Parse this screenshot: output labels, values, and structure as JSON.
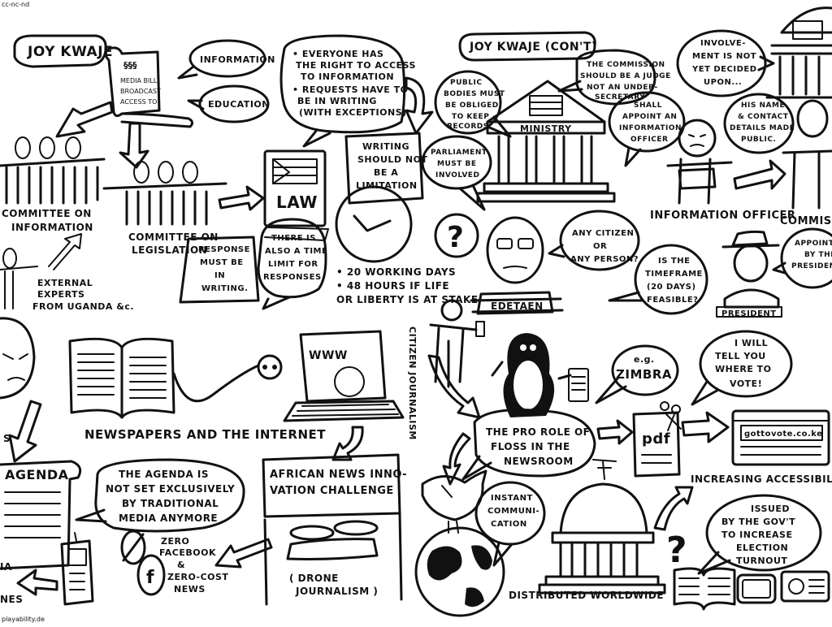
{
  "corner_tl": "cc-nc-nd",
  "corner_bl": "playability.de",
  "left_title": "JOY KWAJE",
  "right_title": "JOY KWAJE (CON'T)",
  "scroll_lines": [
    "§§§",
    "MEDIA BILL",
    "BROADCAST",
    "ACCESS TO"
  ],
  "bubble_information": "INFORMATION",
  "bubble_education": "EDUCATION",
  "label_committee_information": [
    "COMMITTEE ON",
    "INFORMATION"
  ],
  "label_committee_legislation": [
    "COMMITTEE ON",
    "LEGISLATION"
  ],
  "label_external_experts": [
    "EXTERNAL",
    "EXPERTS",
    "FROM UGANDA &c."
  ],
  "bubble_rights": [
    "• EVERYONE HAS",
    "THE RIGHT TO ACCESS",
    "TO INFORMATION",
    "• REQUESTS HAVE TO",
    "BE IN WRITING",
    "(WITH EXCEPTIONS)"
  ],
  "law_label": "LAW",
  "note_writing": [
    "WRITING",
    "SHOULD NOT",
    "BE A",
    "LIMITATION"
  ],
  "note_response": [
    "RESPONSE",
    "MUST BE",
    "IN",
    "WRITING."
  ],
  "note_timelimit": [
    "THERE IS",
    "ALSO A TIME",
    "LIMIT FOR",
    "RESPONSES."
  ],
  "working_days": [
    "• 20 WORKING DAYS",
    "• 48 HOURS IF LIFE",
    "OR LIBERTY IS AT STAKE"
  ],
  "bubble_public_bodies": [
    "PUBLIC",
    "BODIES MUST",
    "BE OBLIGED",
    "TO KEEP",
    "RECORDS"
  ],
  "bubble_parliament": [
    "PARLIAMENT",
    "MUST BE",
    "INVOLVED"
  ],
  "ministry_label": "MINISTRY",
  "bubble_commission": [
    "THE COMMISSION",
    "SHOULD BE A JUDGE",
    "NOT AN UNDER-",
    "SECRETARY"
  ],
  "bubble_involvement": [
    "INVOLVE-",
    "MENT IS NOT",
    "YET DECIDED",
    "UPON..."
  ],
  "bubble_appoint": [
    "SHALL",
    "APPOINT AN",
    "INFORMATION",
    "OFFICER"
  ],
  "bubble_name_details": [
    "HIS NAME",
    "& CONTACT",
    "DETAILS MADE",
    "PUBLIC."
  ],
  "label_information_officer": "INFORMATION OFFICER",
  "label_commission": "COMMISSI",
  "question_mark": "?",
  "bubble_any_citizen": [
    "ANY CITIZEN",
    "OR",
    "ANY PERSON?"
  ],
  "bubble_timeframe": [
    "IS THE",
    "TIMEFRAME",
    "(20 DAYS)",
    "FEASIBLE?"
  ],
  "label_edetaen": "EDETAEN",
  "bubble_appointed_president": [
    "APPOINTED",
    "BY THE",
    "PRESIDEN"
  ],
  "label_president": "PRESIDENT",
  "label_newspapers_internet": "NEWSPAPERS AND THE INTERNET",
  "www_label": "WWW",
  "citizen_journalism": "CITIZEN JOURNALISM",
  "bubble_zimbra": [
    "e.g.",
    "ZIMBRA"
  ],
  "bubble_vote": [
    "I WILL",
    "TELL YOU",
    "WHERE TO",
    "VOTE!"
  ],
  "pdf_label": "pdf",
  "website_label": "gottovote.co.ke",
  "label_floss": [
    "THE PRO ROLE OF",
    "FLOSS IN THE",
    "NEWSROOM"
  ],
  "label_increasing": "INCREASING ACCESSIBILITY",
  "agenda_label": "AGENDA",
  "bubble_agenda": [
    "THE AGENDA IS",
    "NOT SET EXCLUSIVELY",
    "BY TRADITIONAL",
    "MEDIA ANYMORE"
  ],
  "african_news": [
    "AFRICAN NEWS INNO-",
    "VATION CHALLENGE"
  ],
  "zero_facebook": [
    "ZERO",
    "FACEBOOK",
    "&",
    "ZERO-COST",
    "NEWS"
  ],
  "drone_label": [
    "( DRONE",
    "JOURNALISM )"
  ],
  "bubble_instant": [
    "INSTANT",
    "COMMUNI-",
    "CATION"
  ],
  "label_distributed": "DISTRIBUTED WORLDWIDE",
  "bubble_issued": [
    "ISSUED",
    "BY THE GOV'T",
    "TO INCREASE",
    "ELECTION",
    "TURNOUT"
  ],
  "partial_left": [
    "IA",
    "NES"
  ],
  "partial_s": "S"
}
